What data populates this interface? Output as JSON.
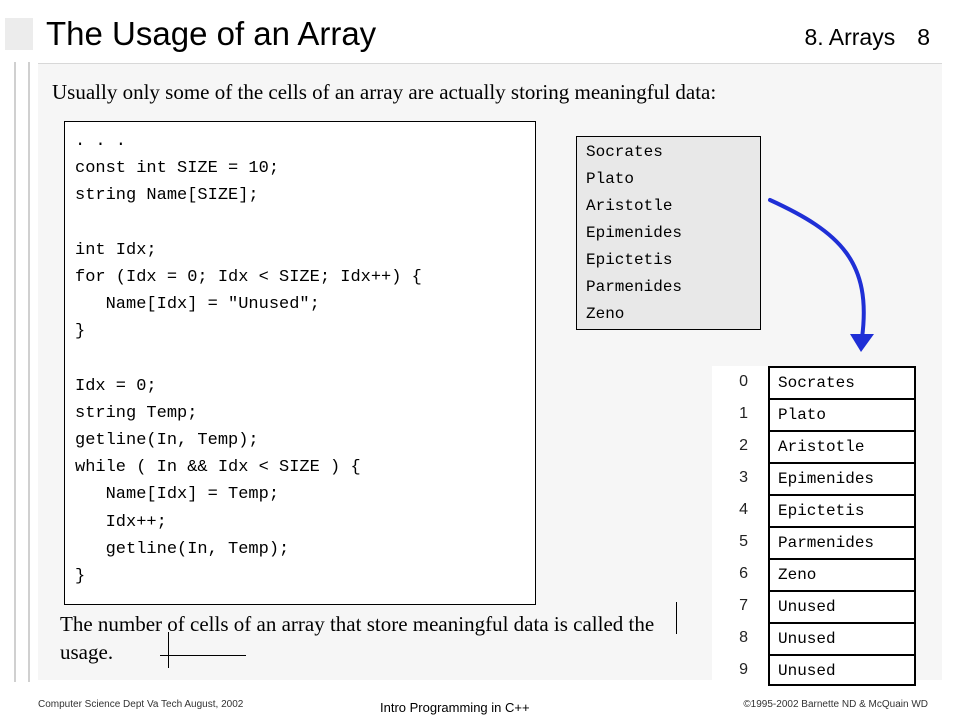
{
  "header": {
    "title": "The Usage of an Array",
    "section": "8. Arrays",
    "page": "8"
  },
  "intro": "Usually only some of the cells of an array are actually storing meaningful data:",
  "code_lines": [
    ". . .",
    "const int SIZE = 10;",
    "string Name[SIZE];",
    "",
    "int Idx;",
    "for (Idx = 0; Idx < SIZE; Idx++) {",
    "   Name[Idx] = \"Unused\";",
    "}",
    "",
    "Idx = 0;",
    "string Temp;",
    "getline(In, Temp);",
    "while ( In && Idx < SIZE ) {",
    "   Name[Idx] = Temp;",
    "   Idx++;",
    "   getline(In, Temp);",
    "}"
  ],
  "input_names": [
    "Socrates",
    "Plato",
    "Aristotle",
    "Epimenides",
    "Epictetis",
    "Parmenides",
    "Zeno"
  ],
  "array_cells": [
    {
      "index": "0",
      "value": "Socrates"
    },
    {
      "index": "1",
      "value": "Plato"
    },
    {
      "index": "2",
      "value": "Aristotle"
    },
    {
      "index": "3",
      "value": "Epimenides"
    },
    {
      "index": "4",
      "value": "Epictetis"
    },
    {
      "index": "5",
      "value": "Parmenides"
    },
    {
      "index": "6",
      "value": "Zeno"
    },
    {
      "index": "7",
      "value": "Unused"
    },
    {
      "index": "8",
      "value": "Unused"
    },
    {
      "index": "9",
      "value": "Unused"
    }
  ],
  "footnote": "The number of cells of an array that store meaningful data is called the usage.",
  "footer": {
    "left": "Computer Science Dept Va Tech  August, 2002",
    "center": "Intro Programming in C++",
    "right": "©1995-2002  Barnette ND & McQuain WD"
  },
  "colors": {
    "arrow": "#1f2fd6",
    "panel": "#f6f6f6",
    "names_box": "#e8e8e8"
  },
  "icons": {
    "arrow": "curved-arrow-icon"
  }
}
